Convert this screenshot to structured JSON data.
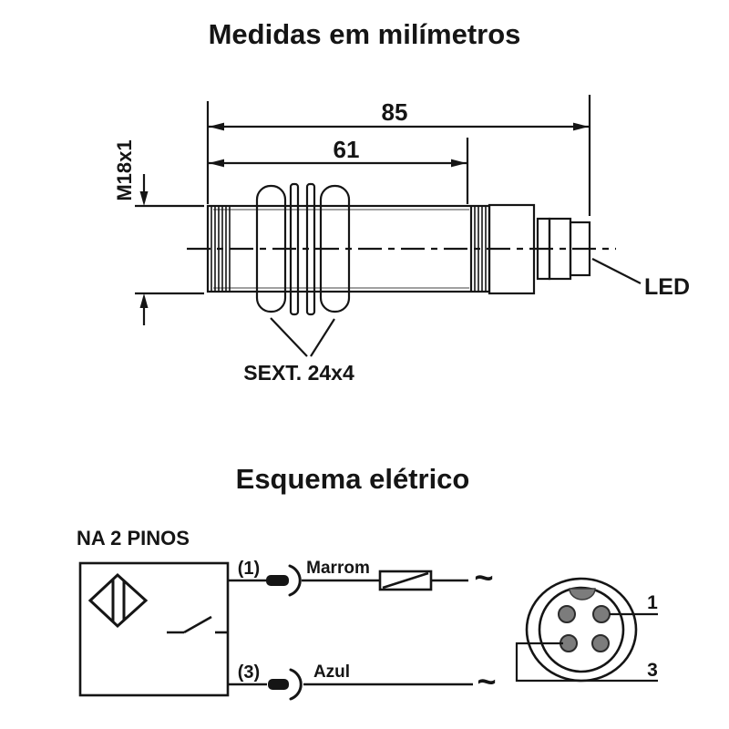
{
  "colors": {
    "ink": "#151515",
    "shade_gray": "#a0a0a0",
    "pin_gray": "#7c7c7c",
    "background": "#ffffff"
  },
  "mechanical": {
    "title": "Medidas em milímetros",
    "dim_total_length": "85",
    "dim_thread_length": "61",
    "thread_spec": "M18x1",
    "hex_nut_spec": "SEXT. 24x4",
    "led_label": "LED"
  },
  "schematic": {
    "title": "Esquema elétrico",
    "circuit_type": "NA 2 PINOS",
    "terminal_top": "(1)",
    "terminal_bottom": "(3)",
    "wire_top_color": "Marrom",
    "wire_bottom_color": "Azul",
    "ac_top": "~",
    "ac_bottom": "~",
    "pin_top": "1",
    "pin_bottom": "3"
  }
}
